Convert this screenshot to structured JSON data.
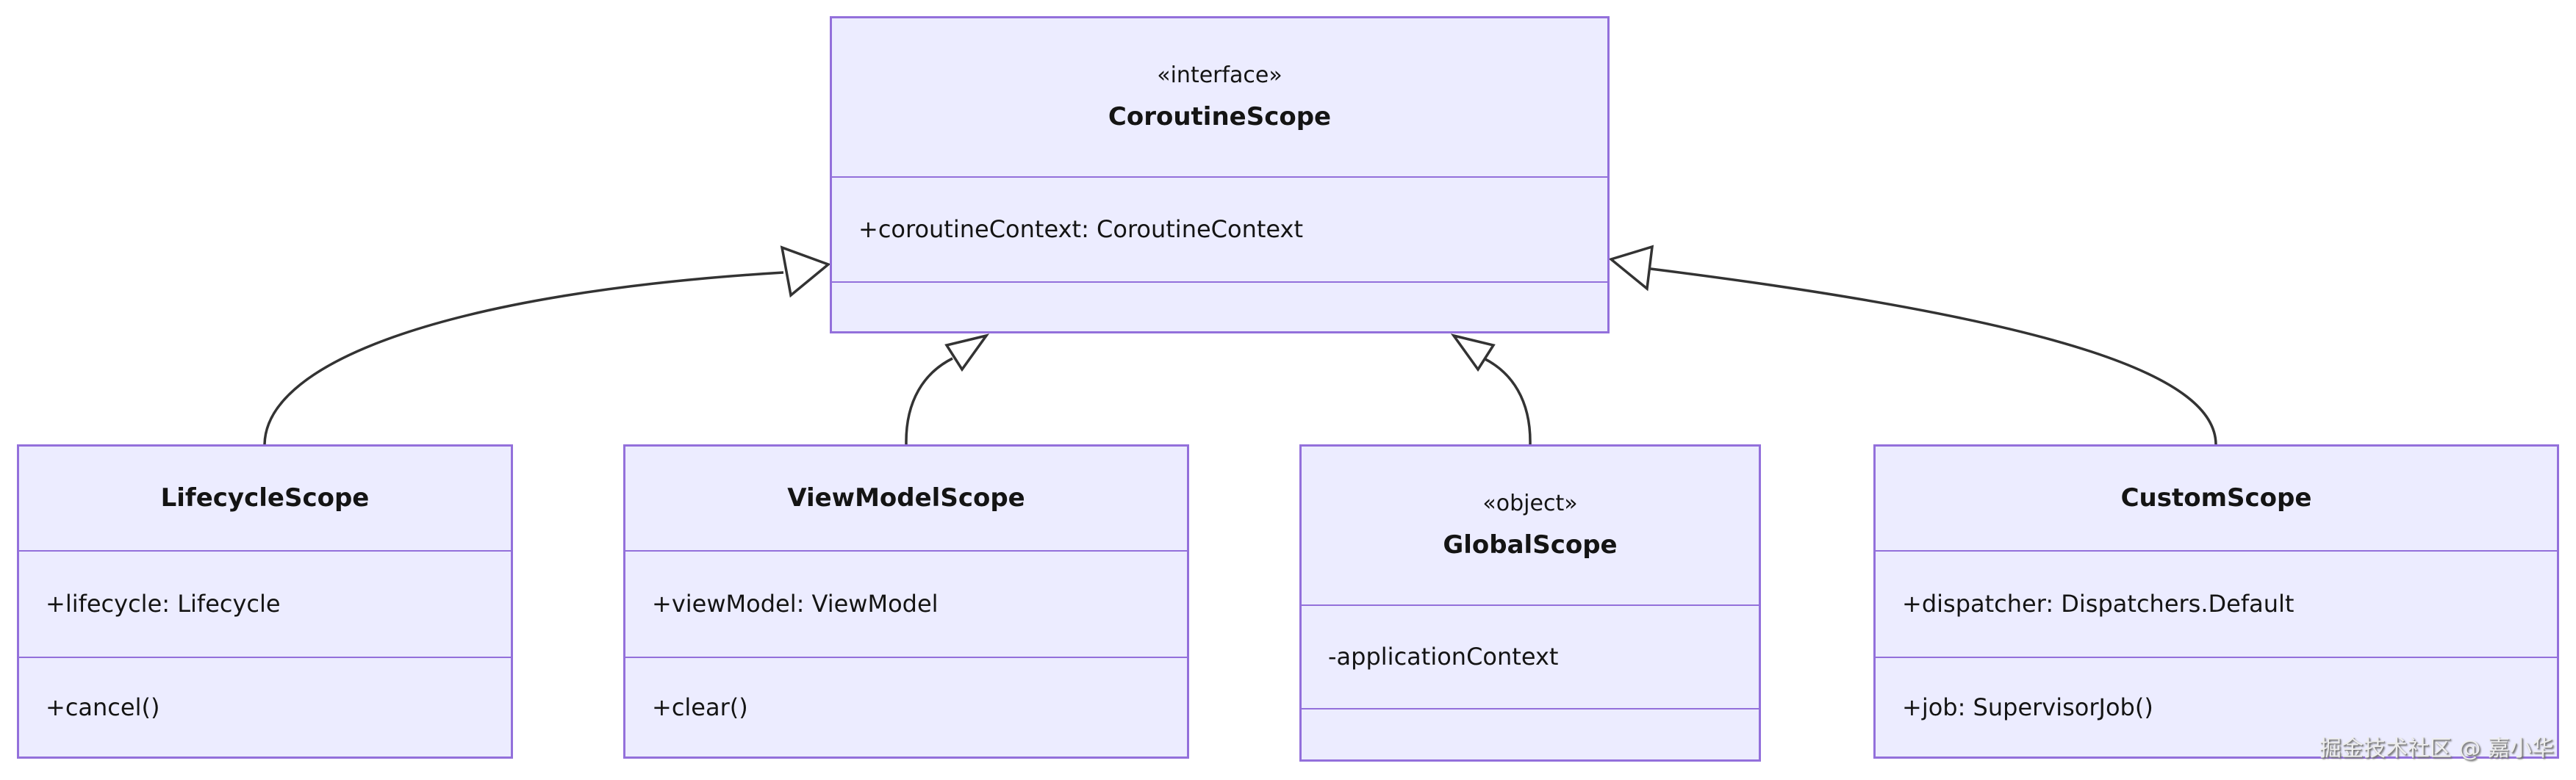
{
  "diagram": {
    "type": "uml-class-diagram",
    "classes": [
      {
        "id": "coroutine-scope",
        "stereotype": "«interface»",
        "name": "CoroutineScope",
        "attributes": [
          "+coroutineContext: CoroutineContext"
        ],
        "methods": []
      },
      {
        "id": "lifecycle-scope",
        "stereotype": "",
        "name": "LifecycleScope",
        "attributes": [
          "+lifecycle: Lifecycle"
        ],
        "methods": [
          "+cancel()"
        ]
      },
      {
        "id": "viewmodel-scope",
        "stereotype": "",
        "name": "ViewModelScope",
        "attributes": [
          "+viewModel: ViewModel"
        ],
        "methods": [
          "+clear()"
        ]
      },
      {
        "id": "global-scope",
        "stereotype": "«object»",
        "name": "GlobalScope",
        "attributes": [
          "-applicationContext"
        ],
        "methods": []
      },
      {
        "id": "custom-scope",
        "stereotype": "",
        "name": "CustomScope",
        "attributes": [
          "+dispatcher: Dispatchers.Default"
        ],
        "methods": [
          "+job: SupervisorJob()"
        ]
      }
    ],
    "relations": [
      {
        "from": "LifecycleScope",
        "to": "CoroutineScope",
        "type": "realization"
      },
      {
        "from": "ViewModelScope",
        "to": "CoroutineScope",
        "type": "realization"
      },
      {
        "from": "GlobalScope",
        "to": "CoroutineScope",
        "type": "realization"
      },
      {
        "from": "CustomScope",
        "to": "CoroutineScope",
        "type": "realization"
      }
    ],
    "watermark": "掘金技术社区 @ 嘉小华",
    "colors": {
      "fill": "#ECECFF",
      "border": "#9370DB",
      "line": "#333333",
      "text": "#141414",
      "watermark": "#ededed"
    }
  }
}
